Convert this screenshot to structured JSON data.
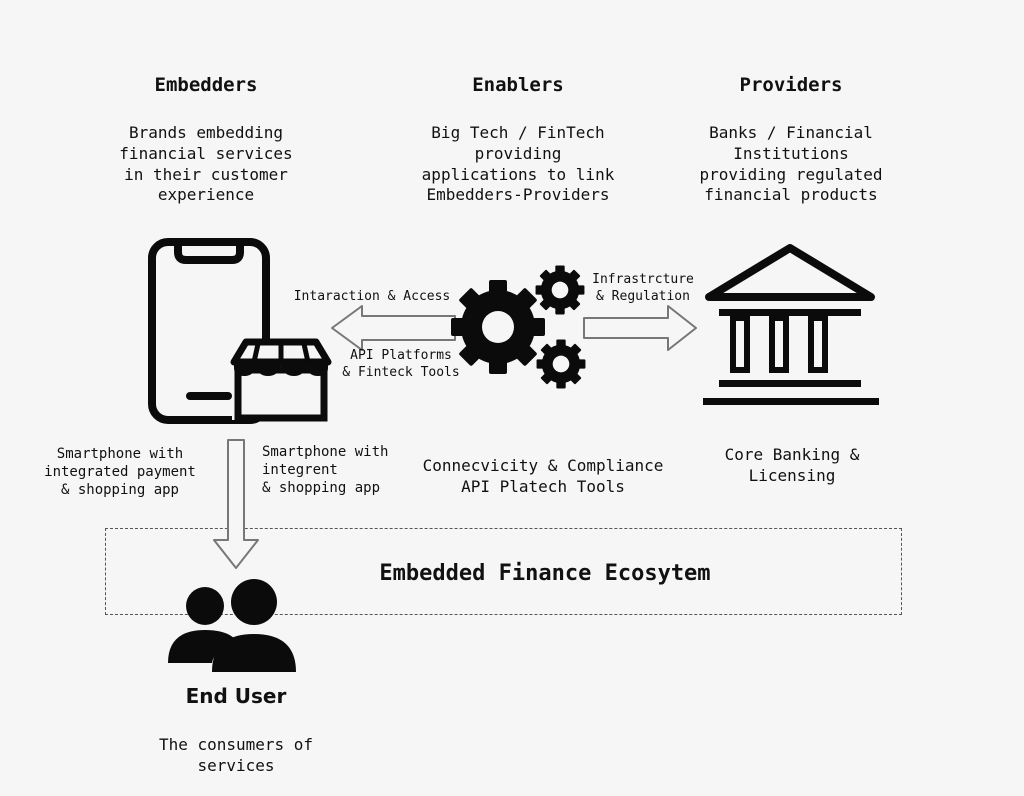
{
  "columns": {
    "embedders": {
      "title": "Embedders",
      "description": "Brands embedding\nfinancial services\nin their customer\nexperience"
    },
    "enablers": {
      "title": "Enablers",
      "description": "Big Tech / FinTech\nproviding\napplications to link\nEmbedders-Providers"
    },
    "providers": {
      "title": "Providers",
      "description": "Banks / Financial\nInstitutions\nproviding regulated\nfinancial products"
    }
  },
  "arrows": {
    "left_top": "Intaraction & Access",
    "left_bottom": "API Platforms\n& Finteck Tools",
    "right_top": "Infrastrcture\n& Regulation"
  },
  "captions": {
    "smartphone_1": "Smartphone with\nintegrated payment\n& shopping app",
    "smartphone_2": "Smartphone with\nintegrent\n& shopping app",
    "enablers_caption": "Connecvicity & Compliance\nAPI Platech Tools",
    "providers_caption": "Core Banking &\nLicensing"
  },
  "ecosystem": {
    "title": "Embedded Finance Ecosytem"
  },
  "end_user": {
    "title": "End User",
    "description": "The consumers of\nservices"
  },
  "icons": {
    "embedder": "smartphone-store-icon",
    "enabler": "gears-icon",
    "provider": "bank-icon",
    "end_user": "users-icon"
  }
}
